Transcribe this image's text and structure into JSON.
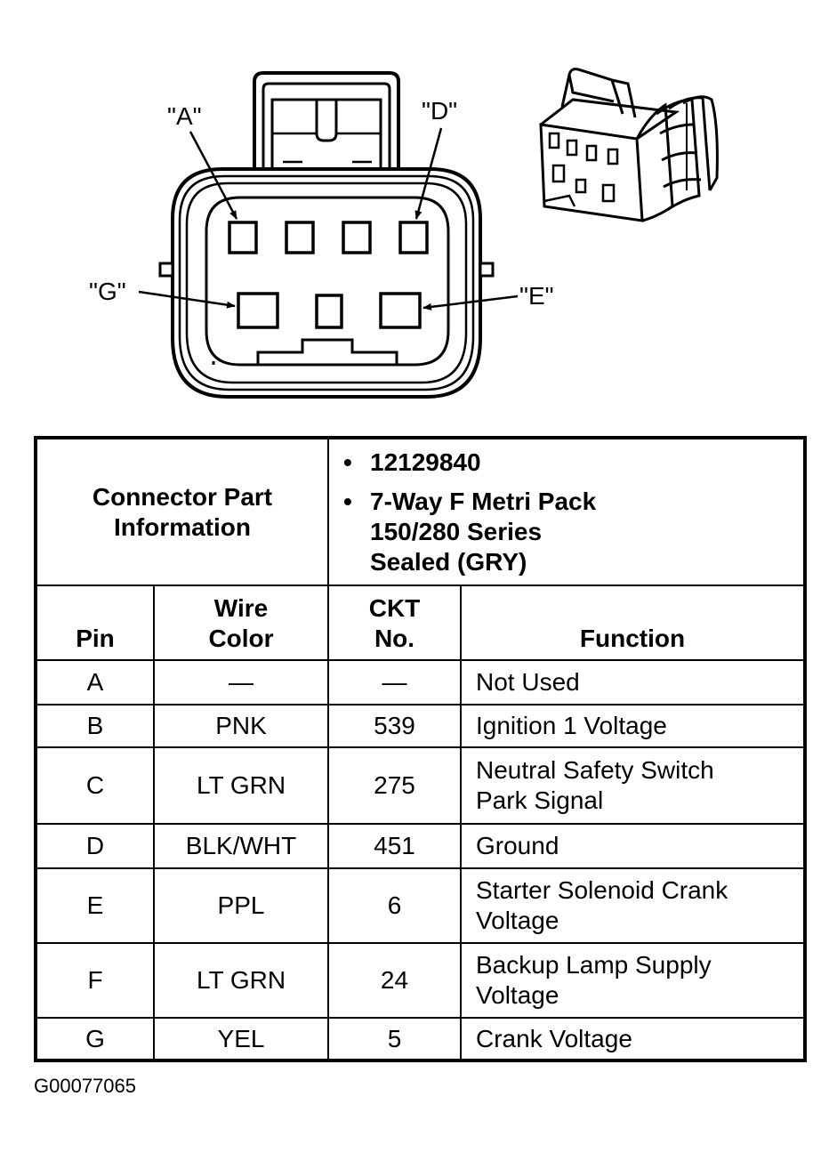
{
  "diagram": {
    "callouts": {
      "a": "\"A\"",
      "d": "\"D\"",
      "g": "\"G\"",
      "e": "\"E\""
    }
  },
  "table": {
    "header": {
      "title_lines": [
        "Connector Part",
        "Information"
      ],
      "part_number": "12129840",
      "description_lines": [
        "7-Way F  Metri Pack",
        "150/280 Series",
        "Sealed (GRY)"
      ]
    },
    "columns": {
      "pin": "Pin",
      "wire_color": [
        "Wire",
        "Color"
      ],
      "ckt_no": [
        "CKT",
        "No."
      ],
      "function": "Function"
    },
    "rows": [
      {
        "pin": "A",
        "wire_color": "—",
        "ckt": "—",
        "function": [
          "Not Used"
        ]
      },
      {
        "pin": "B",
        "wire_color": "PNK",
        "ckt": "539",
        "function": [
          "Ignition 1 Voltage"
        ]
      },
      {
        "pin": "C",
        "wire_color": "LT GRN",
        "ckt": "275",
        "function": [
          "Neutral Safety Switch",
          "Park Signal"
        ]
      },
      {
        "pin": "D",
        "wire_color": "BLK/WHT",
        "ckt": "451",
        "function": [
          "Ground"
        ]
      },
      {
        "pin": "E",
        "wire_color": "PPL",
        "ckt": "6",
        "function": [
          "Starter Solenoid Crank",
          "Voltage"
        ]
      },
      {
        "pin": "F",
        "wire_color": "LT GRN",
        "ckt": "24",
        "function": [
          "Backup Lamp Supply",
          "Voltage"
        ]
      },
      {
        "pin": "G",
        "wire_color": "YEL",
        "ckt": "5",
        "function": [
          "Crank Voltage"
        ]
      }
    ]
  },
  "figure_id": "G00077065"
}
